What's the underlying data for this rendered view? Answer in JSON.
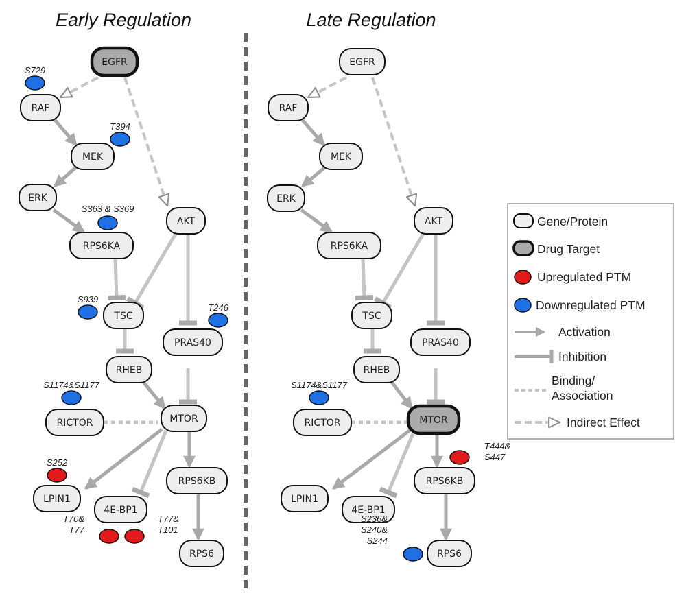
{
  "panels": [
    {
      "id": "early",
      "title": "Early Regulation",
      "nodes": [
        {
          "id": "EGFR",
          "label": "EGFR",
          "kind": "drug_target"
        },
        {
          "id": "RAF",
          "label": "RAF",
          "kind": "gene"
        },
        {
          "id": "MEK",
          "label": "MEK",
          "kind": "gene"
        },
        {
          "id": "ERK",
          "label": "ERK",
          "kind": "gene"
        },
        {
          "id": "AKT",
          "label": "AKT",
          "kind": "gene"
        },
        {
          "id": "RPS6KA",
          "label": "RPS6KA",
          "kind": "gene"
        },
        {
          "id": "TSC",
          "label": "TSC",
          "kind": "gene"
        },
        {
          "id": "PRAS40",
          "label": "PRAS40",
          "kind": "gene"
        },
        {
          "id": "RHEB",
          "label": "RHEB",
          "kind": "gene"
        },
        {
          "id": "RICTOR",
          "label": "RICTOR",
          "kind": "gene"
        },
        {
          "id": "MTOR",
          "label": "MTOR",
          "kind": "gene"
        },
        {
          "id": "RPS6KB",
          "label": "RPS6KB",
          "kind": "gene"
        },
        {
          "id": "LPIN1",
          "label": "LPIN1",
          "kind": "gene"
        },
        {
          "id": "4EBP1",
          "label": "4E-BP1",
          "kind": "gene"
        },
        {
          "id": "RPS6",
          "label": "RPS6",
          "kind": "gene"
        }
      ],
      "edges": [
        {
          "from": "EGFR",
          "to": "RAF",
          "type": "indirect"
        },
        {
          "from": "EGFR",
          "to": "AKT",
          "type": "indirect"
        },
        {
          "from": "RAF",
          "to": "MEK",
          "type": "activation"
        },
        {
          "from": "MEK",
          "to": "ERK",
          "type": "activation"
        },
        {
          "from": "ERK",
          "to": "RPS6KA",
          "type": "activation"
        },
        {
          "from": "RPS6KA",
          "to": "TSC",
          "type": "inhibition"
        },
        {
          "from": "AKT",
          "to": "TSC",
          "type": "inhibition"
        },
        {
          "from": "AKT",
          "to": "PRAS40",
          "type": "inhibition"
        },
        {
          "from": "TSC",
          "to": "RHEB",
          "type": "inhibition"
        },
        {
          "from": "RHEB",
          "to": "MTOR",
          "type": "activation"
        },
        {
          "from": "PRAS40",
          "to": "MTOR",
          "type": "inhibition"
        },
        {
          "from": "RICTOR",
          "to": "MTOR",
          "type": "binding"
        },
        {
          "from": "MTOR",
          "to": "RPS6KB",
          "type": "activation"
        },
        {
          "from": "MTOR",
          "to": "LPIN1",
          "type": "activation"
        },
        {
          "from": "MTOR",
          "to": "4EBP1",
          "type": "inhibition"
        },
        {
          "from": "RPS6KB",
          "to": "RPS6",
          "type": "activation"
        }
      ],
      "ptms": [
        {
          "node": "RAF",
          "label": "S729",
          "direction": "down"
        },
        {
          "node": "MEK",
          "label": "T394",
          "direction": "down"
        },
        {
          "node": "RPS6KA",
          "label": "S363 & S369",
          "direction": "down"
        },
        {
          "node": "TSC",
          "label": "S939",
          "direction": "down"
        },
        {
          "node": "PRAS40",
          "label": "T246",
          "direction": "down"
        },
        {
          "node": "RICTOR",
          "label": "S1174&S1177",
          "direction": "down"
        },
        {
          "node": "LPIN1",
          "label": "S252",
          "direction": "up"
        },
        {
          "node": "4EBP1",
          "label": "T70&\nT77",
          "direction": "up"
        },
        {
          "node": "4EBP1",
          "label": "T77&\nT101",
          "direction": "up"
        }
      ]
    },
    {
      "id": "late",
      "title": "Late Regulation",
      "nodes": [
        {
          "id": "EGFR",
          "label": "EGFR",
          "kind": "gene"
        },
        {
          "id": "RAF",
          "label": "RAF",
          "kind": "gene"
        },
        {
          "id": "MEK",
          "label": "MEK",
          "kind": "gene"
        },
        {
          "id": "ERK",
          "label": "ERK",
          "kind": "gene"
        },
        {
          "id": "AKT",
          "label": "AKT",
          "kind": "gene"
        },
        {
          "id": "RPS6KA",
          "label": "RPS6KA",
          "kind": "gene"
        },
        {
          "id": "TSC",
          "label": "TSC",
          "kind": "gene"
        },
        {
          "id": "PRAS40",
          "label": "PRAS40",
          "kind": "gene"
        },
        {
          "id": "RHEB",
          "label": "RHEB",
          "kind": "gene"
        },
        {
          "id": "RICTOR",
          "label": "RICTOR",
          "kind": "gene"
        },
        {
          "id": "MTOR",
          "label": "MTOR",
          "kind": "drug_target"
        },
        {
          "id": "RPS6KB",
          "label": "RPS6KB",
          "kind": "gene"
        },
        {
          "id": "LPIN1",
          "label": "LPIN1",
          "kind": "gene"
        },
        {
          "id": "4EBP1",
          "label": "4E-BP1",
          "kind": "gene"
        },
        {
          "id": "RPS6",
          "label": "RPS6",
          "kind": "gene"
        }
      ],
      "edges": [
        {
          "from": "EGFR",
          "to": "RAF",
          "type": "indirect"
        },
        {
          "from": "EGFR",
          "to": "AKT",
          "type": "indirect"
        },
        {
          "from": "RAF",
          "to": "MEK",
          "type": "activation"
        },
        {
          "from": "MEK",
          "to": "ERK",
          "type": "activation"
        },
        {
          "from": "ERK",
          "to": "RPS6KA",
          "type": "activation"
        },
        {
          "from": "RPS6KA",
          "to": "TSC",
          "type": "inhibition"
        },
        {
          "from": "AKT",
          "to": "TSC",
          "type": "inhibition"
        },
        {
          "from": "AKT",
          "to": "PRAS40",
          "type": "inhibition"
        },
        {
          "from": "TSC",
          "to": "RHEB",
          "type": "inhibition"
        },
        {
          "from": "RHEB",
          "to": "MTOR",
          "type": "activation"
        },
        {
          "from": "PRAS40",
          "to": "MTOR",
          "type": "inhibition"
        },
        {
          "from": "RICTOR",
          "to": "MTOR",
          "type": "binding"
        },
        {
          "from": "MTOR",
          "to": "RPS6KB",
          "type": "activation"
        },
        {
          "from": "MTOR",
          "to": "LPIN1",
          "type": "activation"
        },
        {
          "from": "MTOR",
          "to": "4EBP1",
          "type": "inhibition"
        },
        {
          "from": "RPS6KB",
          "to": "RPS6",
          "type": "activation"
        }
      ],
      "ptms": [
        {
          "node": "RICTOR",
          "label": "S1174&S1177",
          "direction": "down"
        },
        {
          "node": "RPS6KB",
          "label": "T444&\nS447",
          "direction": "up"
        },
        {
          "node": "RPS6",
          "label": "S236&\nS240&\nS244",
          "direction": "down"
        }
      ]
    }
  ],
  "legend": {
    "gene": "Gene/Protein",
    "drug_target": "Drug Target",
    "up": "Upregulated PTM",
    "down": "Downregulated PTM",
    "activation": "Activation",
    "inhibition": "Inhibition",
    "binding": "Binding/\nAssociation",
    "indirect": "Indirect Effect"
  },
  "colors": {
    "node_fill": "#eeeeee",
    "drug_fill": "#aaaaaa",
    "node_stroke": "#111111",
    "edge": "#a9a9a9",
    "edge_light": "#c4c4c4",
    "up": "#e31a1c",
    "down": "#1f6fe5",
    "divider": "#666666",
    "legend_border": "#999999"
  }
}
